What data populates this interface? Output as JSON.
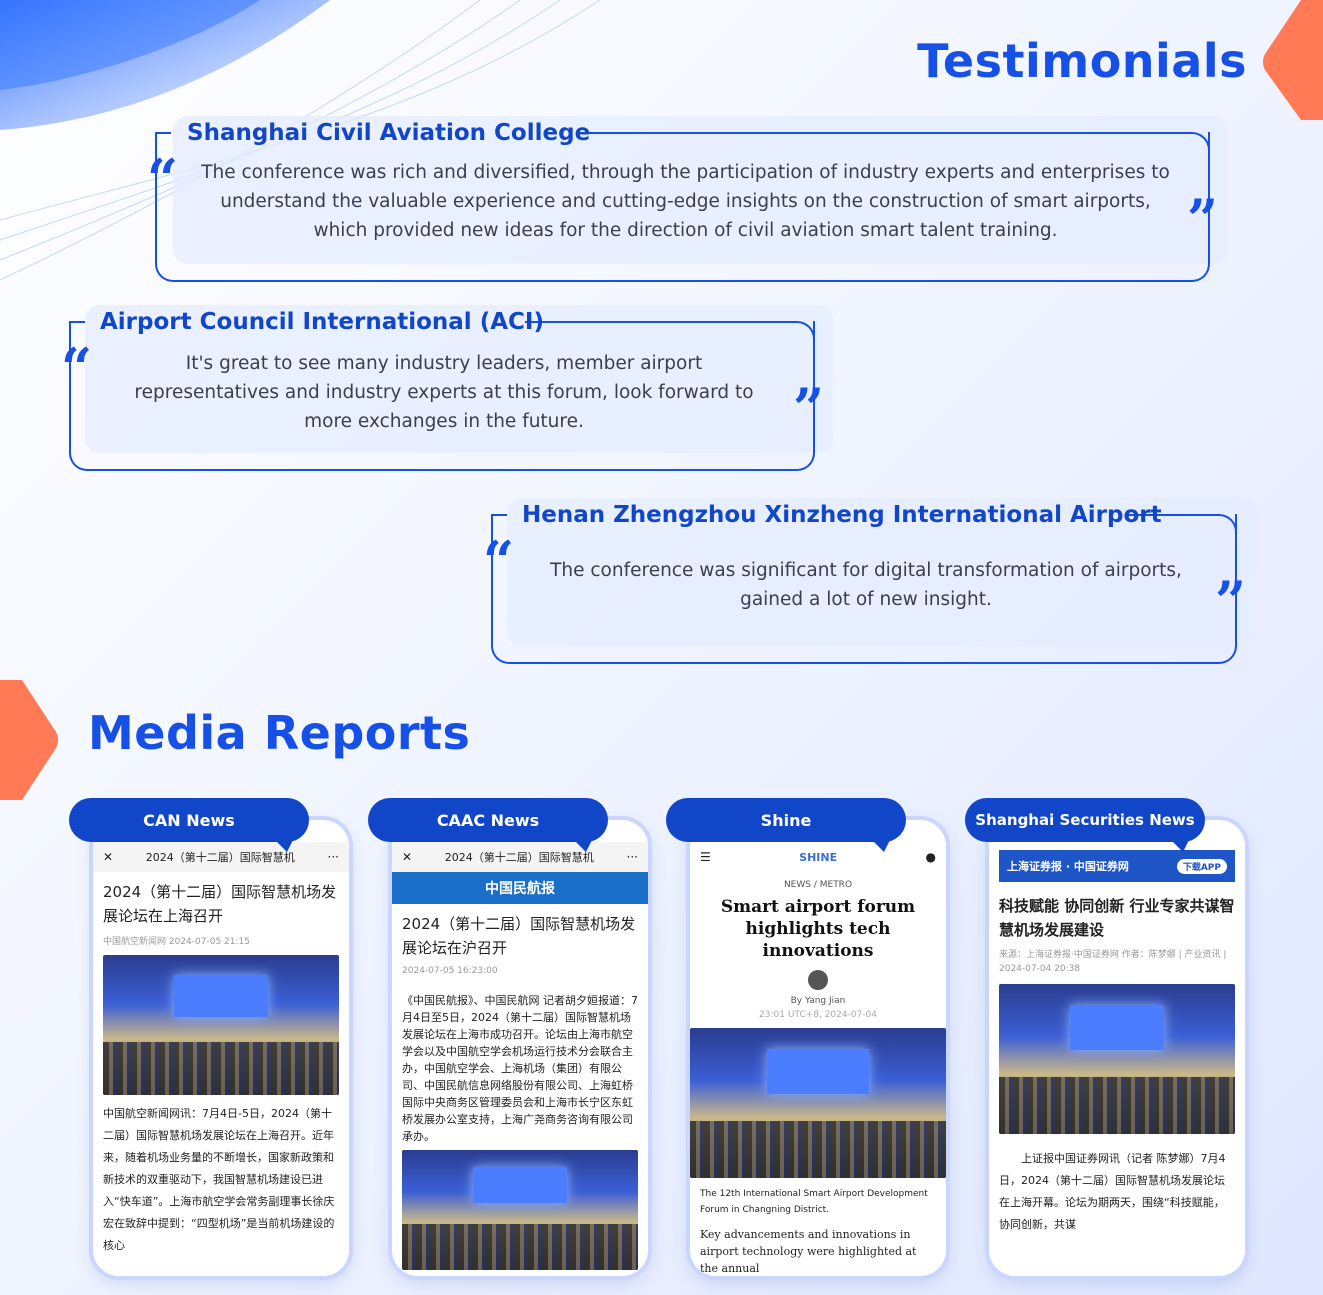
{
  "headings": {
    "testimonials": "Testimonials",
    "media": "Media Reports"
  },
  "testimonials": [
    {
      "org": "Shanghai Civil Aviation College",
      "quote": "The conference was rich and diversified, through the participation of industry experts and enterprises to understand the valuable experience and cutting-edge insights on the construction of smart airports, which provided new ideas for the direction of civil aviation smart talent training."
    },
    {
      "org": "Airport Council International (ACI)",
      "quote": "It's great to see many industry leaders, member airport representatives and industry experts at this forum, look forward to more exchanges in the future."
    },
    {
      "org": "Henan Zhengzhou Xinzheng International Airport",
      "quote": "The conference was significant for digital transformation of airports, gained a lot of new insight."
    }
  ],
  "quote_open": "“",
  "quote_close": "”",
  "media": [
    {
      "label": "CAN News",
      "bar_title": "2024（第十二届）国际智慧机",
      "title": "2024（第十二届）国际智慧机场发展论坛在上海召开",
      "meta": "中国航空新闻网   2024-07-05 21:15",
      "body": "中国航空新闻网讯：7月4日-5日，2024（第十二届）国际智慧机场发展论坛在上海召开。近年来，随着机场业务量的不断增长，国家新政策和新技术的双重驱动下，我国智慧机场建设已进入“快车道”。上海市航空学会常务副理事长徐庆宏在致辞中提到：“四型机场”是当前机场建设的核心"
    },
    {
      "label": "CAAC News",
      "bar_title": "2024（第十二届）国际智慧机",
      "logo": "中国民航报",
      "title": "2024（第十二届）国际智慧机场发展论坛在沪召开",
      "meta": "2024-07-05 16:23:00",
      "body": "《中国民航报》、中国民航网 记者胡夕姮报道：7月4日至5日，2024（第十二届）国际智慧机场发展论坛在上海市成功召开。论坛由上海市航空学会以及中国航空学会机场运行技术分会联合主办，中国航空学会、上海机场（集团）有限公司、中国民航信息网络股份有限公司、上海虹桥国际中央商务区管理委员会和上海市长宁区东虹桥发展办公室支持，上海广尧商务咨询有限公司承办。"
    },
    {
      "label": "Shine",
      "logo": "SHINE",
      "section": "NEWS / METRO",
      "title": "Smart airport forum highlights tech innovations",
      "author": "By Yang Jian",
      "meta": "23:01 UTC+8, 2024-07-04",
      "caption": "The 12th International Smart Airport Development Forum in Changning District.",
      "body": "Key advancements and innovations in airport technology were highlighted at the annual"
    },
    {
      "label": "Shanghai Securities News",
      "logo": "上海证券报 · 中国证券网",
      "app_btn": "下载APP",
      "title": "科技赋能 协同创新 行业专家共谋智慧机场发展建设",
      "meta": "来源：上海证券报·中国证券网 作者：陈梦娜 | 产业资讯 | 2024-07-04 20:38",
      "body": "上证报中国证券网讯（记者 陈梦娜）7月4日，2024（第十二届）国际智慧机场发展论坛在上海开幕。论坛为期两天，围绕“科技赋能，协同创新，共谋"
    }
  ],
  "colors": {
    "accent": "#1750e6",
    "accent_dark": "#1246c9",
    "coral": "#ff7a55"
  }
}
